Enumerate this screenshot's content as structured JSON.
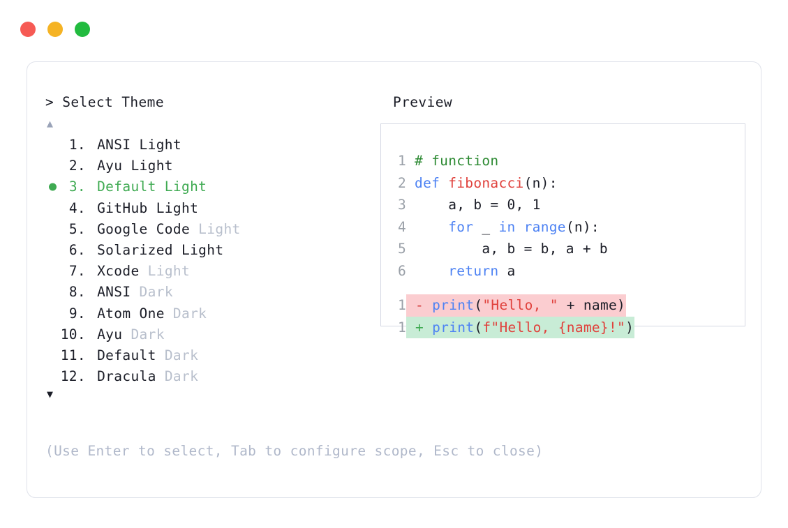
{
  "window": {
    "dots": [
      {
        "name": "close",
        "color": "#f65a54"
      },
      {
        "name": "minimize",
        "color": "#f5b324"
      },
      {
        "name": "maximize",
        "color": "#22bb3f"
      }
    ]
  },
  "header": {
    "prompt_title": "> Select Theme",
    "preview_title": "Preview"
  },
  "list": {
    "scroll_up": "▲",
    "scroll_down": "▼",
    "selected_index": 3,
    "items": [
      {
        "index": "1.",
        "name": "ANSI Light",
        "tag": ""
      },
      {
        "index": "2.",
        "name": "Ayu Light",
        "tag": ""
      },
      {
        "index": "3.",
        "name": "Default Light",
        "tag": ""
      },
      {
        "index": "4.",
        "name": "GitHub Light",
        "tag": ""
      },
      {
        "index": "5.",
        "name": "Google Code ",
        "tag": "Light"
      },
      {
        "index": "6.",
        "name": "Solarized Light",
        "tag": ""
      },
      {
        "index": "7.",
        "name": "Xcode ",
        "tag": "Light"
      },
      {
        "index": "8.",
        "name": "ANSI ",
        "tag": "Dark"
      },
      {
        "index": "9.",
        "name": "Atom One ",
        "tag": "Dark"
      },
      {
        "index": "10.",
        "name": "Ayu ",
        "tag": "Dark"
      },
      {
        "index": "11.",
        "name": "Default ",
        "tag": "Dark"
      },
      {
        "index": "12.",
        "name": "Dracula ",
        "tag": "Dark"
      }
    ]
  },
  "footer": {
    "hint": "(Use Enter to select, Tab to configure scope, Esc to close)"
  },
  "preview": {
    "code_lines": [
      {
        "no": "1",
        "tokens": [
          {
            "t": "comment",
            "v": "# function"
          }
        ]
      },
      {
        "no": "2",
        "tokens": [
          {
            "t": "keyword",
            "v": "def"
          },
          {
            "t": "plain",
            "v": " "
          },
          {
            "t": "fn",
            "v": "fibonacci"
          },
          {
            "t": "punct",
            "v": "(n):"
          }
        ]
      },
      {
        "no": "3",
        "tokens": [
          {
            "t": "plain",
            "v": "    a, b = 0, 1"
          }
        ]
      },
      {
        "no": "4",
        "tokens": [
          {
            "t": "plain",
            "v": "    "
          },
          {
            "t": "keyword",
            "v": "for"
          },
          {
            "t": "plain",
            "v": " _ "
          },
          {
            "t": "keyword",
            "v": "in"
          },
          {
            "t": "plain",
            "v": " "
          },
          {
            "t": "builtin",
            "v": "range"
          },
          {
            "t": "punct",
            "v": "(n):"
          }
        ]
      },
      {
        "no": "5",
        "tokens": [
          {
            "t": "plain",
            "v": "        a, b = b, a + b"
          }
        ]
      },
      {
        "no": "6",
        "tokens": [
          {
            "t": "plain",
            "v": "    "
          },
          {
            "t": "keyword",
            "v": "return"
          },
          {
            "t": "plain",
            "v": " a"
          }
        ]
      }
    ],
    "diff_lines": [
      {
        "no": "1",
        "kind": "del",
        "marker": "-",
        "tokens": [
          {
            "t": "builtin",
            "v": "print"
          },
          {
            "t": "punct",
            "v": "("
          },
          {
            "t": "string",
            "v": "\"Hello, \""
          },
          {
            "t": "plain",
            "v": " + name"
          },
          {
            "t": "punct",
            "v": ")"
          }
        ]
      },
      {
        "no": "1",
        "kind": "add",
        "marker": "+",
        "tokens": [
          {
            "t": "builtin",
            "v": "print"
          },
          {
            "t": "punct",
            "v": "("
          },
          {
            "t": "string",
            "v": "f\"Hello, {name}!\""
          },
          {
            "t": "punct",
            "v": ")"
          }
        ]
      }
    ]
  },
  "colors": {
    "selected": "#3faa52",
    "muted_tag": "#b8bfcc",
    "diff_del_bg": "#fbcdd0",
    "diff_add_bg": "#c8ecd6",
    "panel_border": "#dfe2ea",
    "preview_border": "#d5d8e3"
  }
}
